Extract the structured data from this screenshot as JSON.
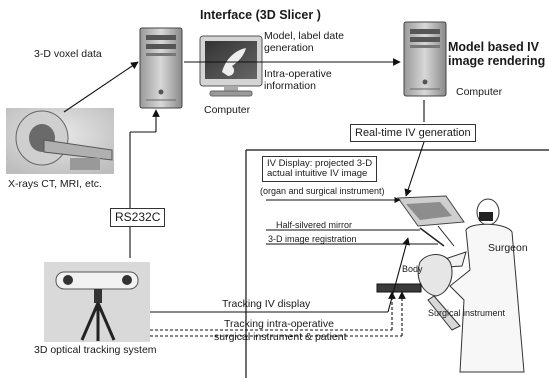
{
  "title_interface": "Interface (3D Slicer )",
  "title_model": "Model based IV",
  "title_model_2": "image rendering",
  "voxel_data": "3-D voxel data",
  "model_desc_1": "Model, label date",
  "model_desc_2": "generation",
  "intra_op_1": "Intra-operative",
  "intra_op_2": "information",
  "computer_left": "Computer",
  "computer_right": "Computer",
  "realtime_iv": "Real-time IV generation",
  "xray": "X-rays CT, MRI, etc.",
  "rs232c": "RS232C",
  "iv_display_1": "IV Display: projected 3-D",
  "iv_display_2": "actual intuitive IV image",
  "organ_note": "(organ and surgical instrument)",
  "mirror": "Half-silvered mirror",
  "registration": "3-D image registration",
  "surgeon": "Surgeon",
  "body": "Body",
  "surgical_instrument": "Surgical instrument",
  "tracking_iv": "Tracking IV display",
  "tracking_intra_1": "Tracking intra-operative",
  "tracking_intra_2": "surgical instrument & patient",
  "optical_tracking": "3D optical tracking system"
}
